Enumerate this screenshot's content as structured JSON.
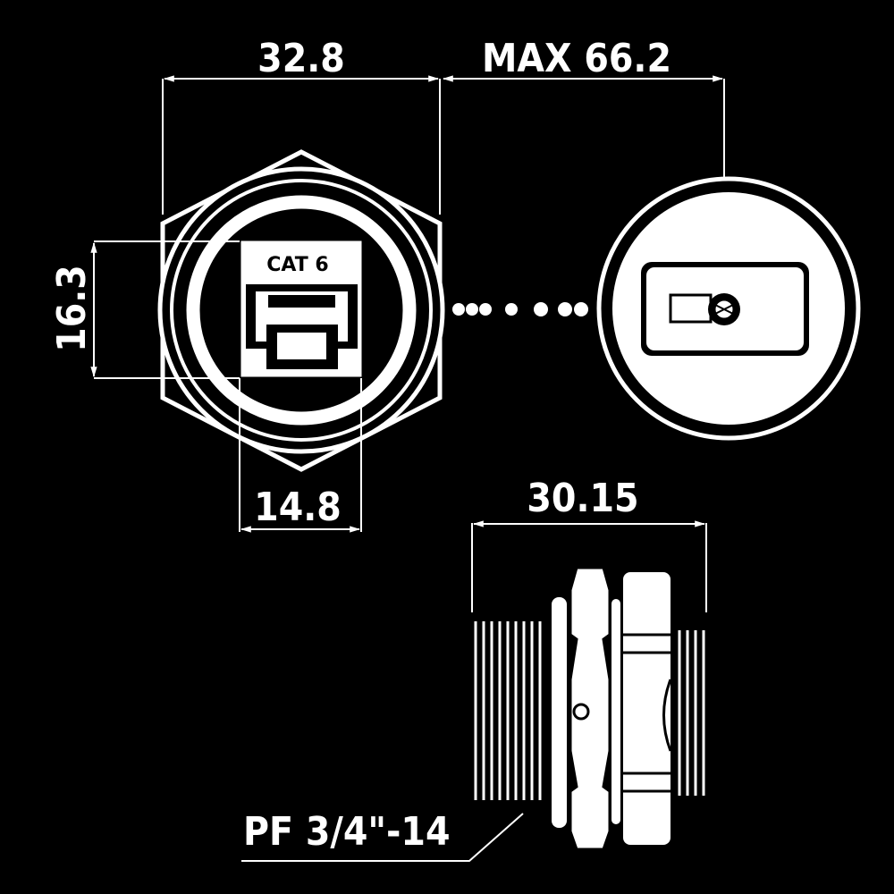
{
  "dimensions": {
    "front_width": "32.8",
    "max_length": "MAX 66.2",
    "height": "16.3",
    "module_width": "14.8",
    "side_length": "30.15",
    "thread": "PF 3/4\"-14"
  },
  "module_label": "CAT 6",
  "colors": {
    "background": "#000000",
    "line": "#ffffff"
  }
}
